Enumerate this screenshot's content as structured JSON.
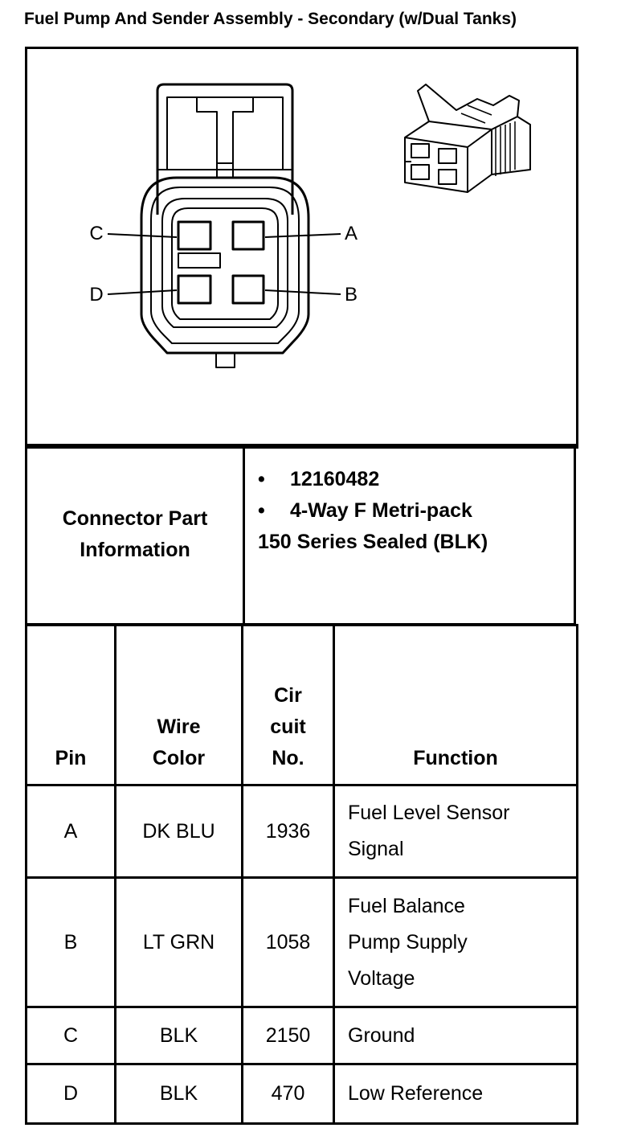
{
  "title": "Fuel Pump And Sender Assembly - Secondary (w/Dual Tanks)",
  "diagram": {
    "pin_labels": {
      "A": "A",
      "B": "B",
      "C": "C",
      "D": "D"
    }
  },
  "connector_info": {
    "label_lines": [
      "Connector Part",
      "Information"
    ],
    "bullet_1": "12160482",
    "bullet_2": "4-Way F Metri-pack",
    "continuation": "150 Series Sealed (BLK)",
    "bullet_symbol": "•"
  },
  "pin_table": {
    "headers": {
      "pin": [
        "Pin"
      ],
      "wire_color": [
        "Wire",
        "Color"
      ],
      "circuit": [
        "Cir",
        "cuit",
        "No."
      ],
      "function": [
        "Function"
      ]
    },
    "rows": [
      {
        "pin": "A",
        "wire_color": "DK BLU",
        "circuit": "1936",
        "function": [
          "Fuel Level Sensor",
          "Signal"
        ]
      },
      {
        "pin": "B",
        "wire_color": "LT GRN",
        "circuit": "1058",
        "function": [
          "Fuel Balance",
          "Pump Supply",
          "Voltage"
        ]
      },
      {
        "pin": "C",
        "wire_color": "BLK",
        "circuit": "2150",
        "function": [
          "Ground"
        ]
      },
      {
        "pin": "D",
        "wire_color": "BLK",
        "circuit": "470",
        "function": [
          "Low Reference"
        ]
      }
    ]
  }
}
